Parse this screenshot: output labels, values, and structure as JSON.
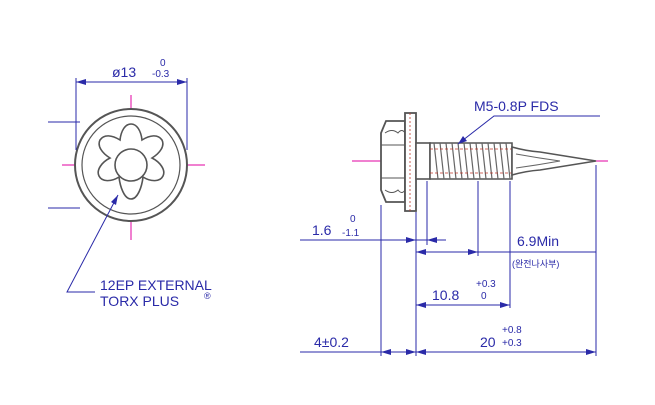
{
  "colors": {
    "dimension_blue": "#2a2aa8",
    "part_outline": "#555555",
    "part_fill": "#ffffff",
    "centerline": "#e000a0",
    "thread_red": "#c0392b"
  },
  "labels": {
    "diameter": {
      "symbol": "ø13",
      "upper": "0",
      "lower": "-0.3"
    },
    "thread": "M5-0.8P FDS",
    "drive_line1": "12EP EXTERNAL",
    "drive_line2": "TORX PLUS",
    "drive_mark": "®",
    "washer": {
      "nominal": "1.6",
      "upper": "0",
      "lower": "-1.1"
    },
    "min_thread": "6.9Min",
    "min_thread_note": "(완전나사부)",
    "thread_len": {
      "nominal": "10.8",
      "upper": "+0.3",
      "lower": "0"
    },
    "head": "4±0.2",
    "total": {
      "nominal": "20",
      "upper": "+0.8",
      "lower": "+0.3"
    }
  }
}
